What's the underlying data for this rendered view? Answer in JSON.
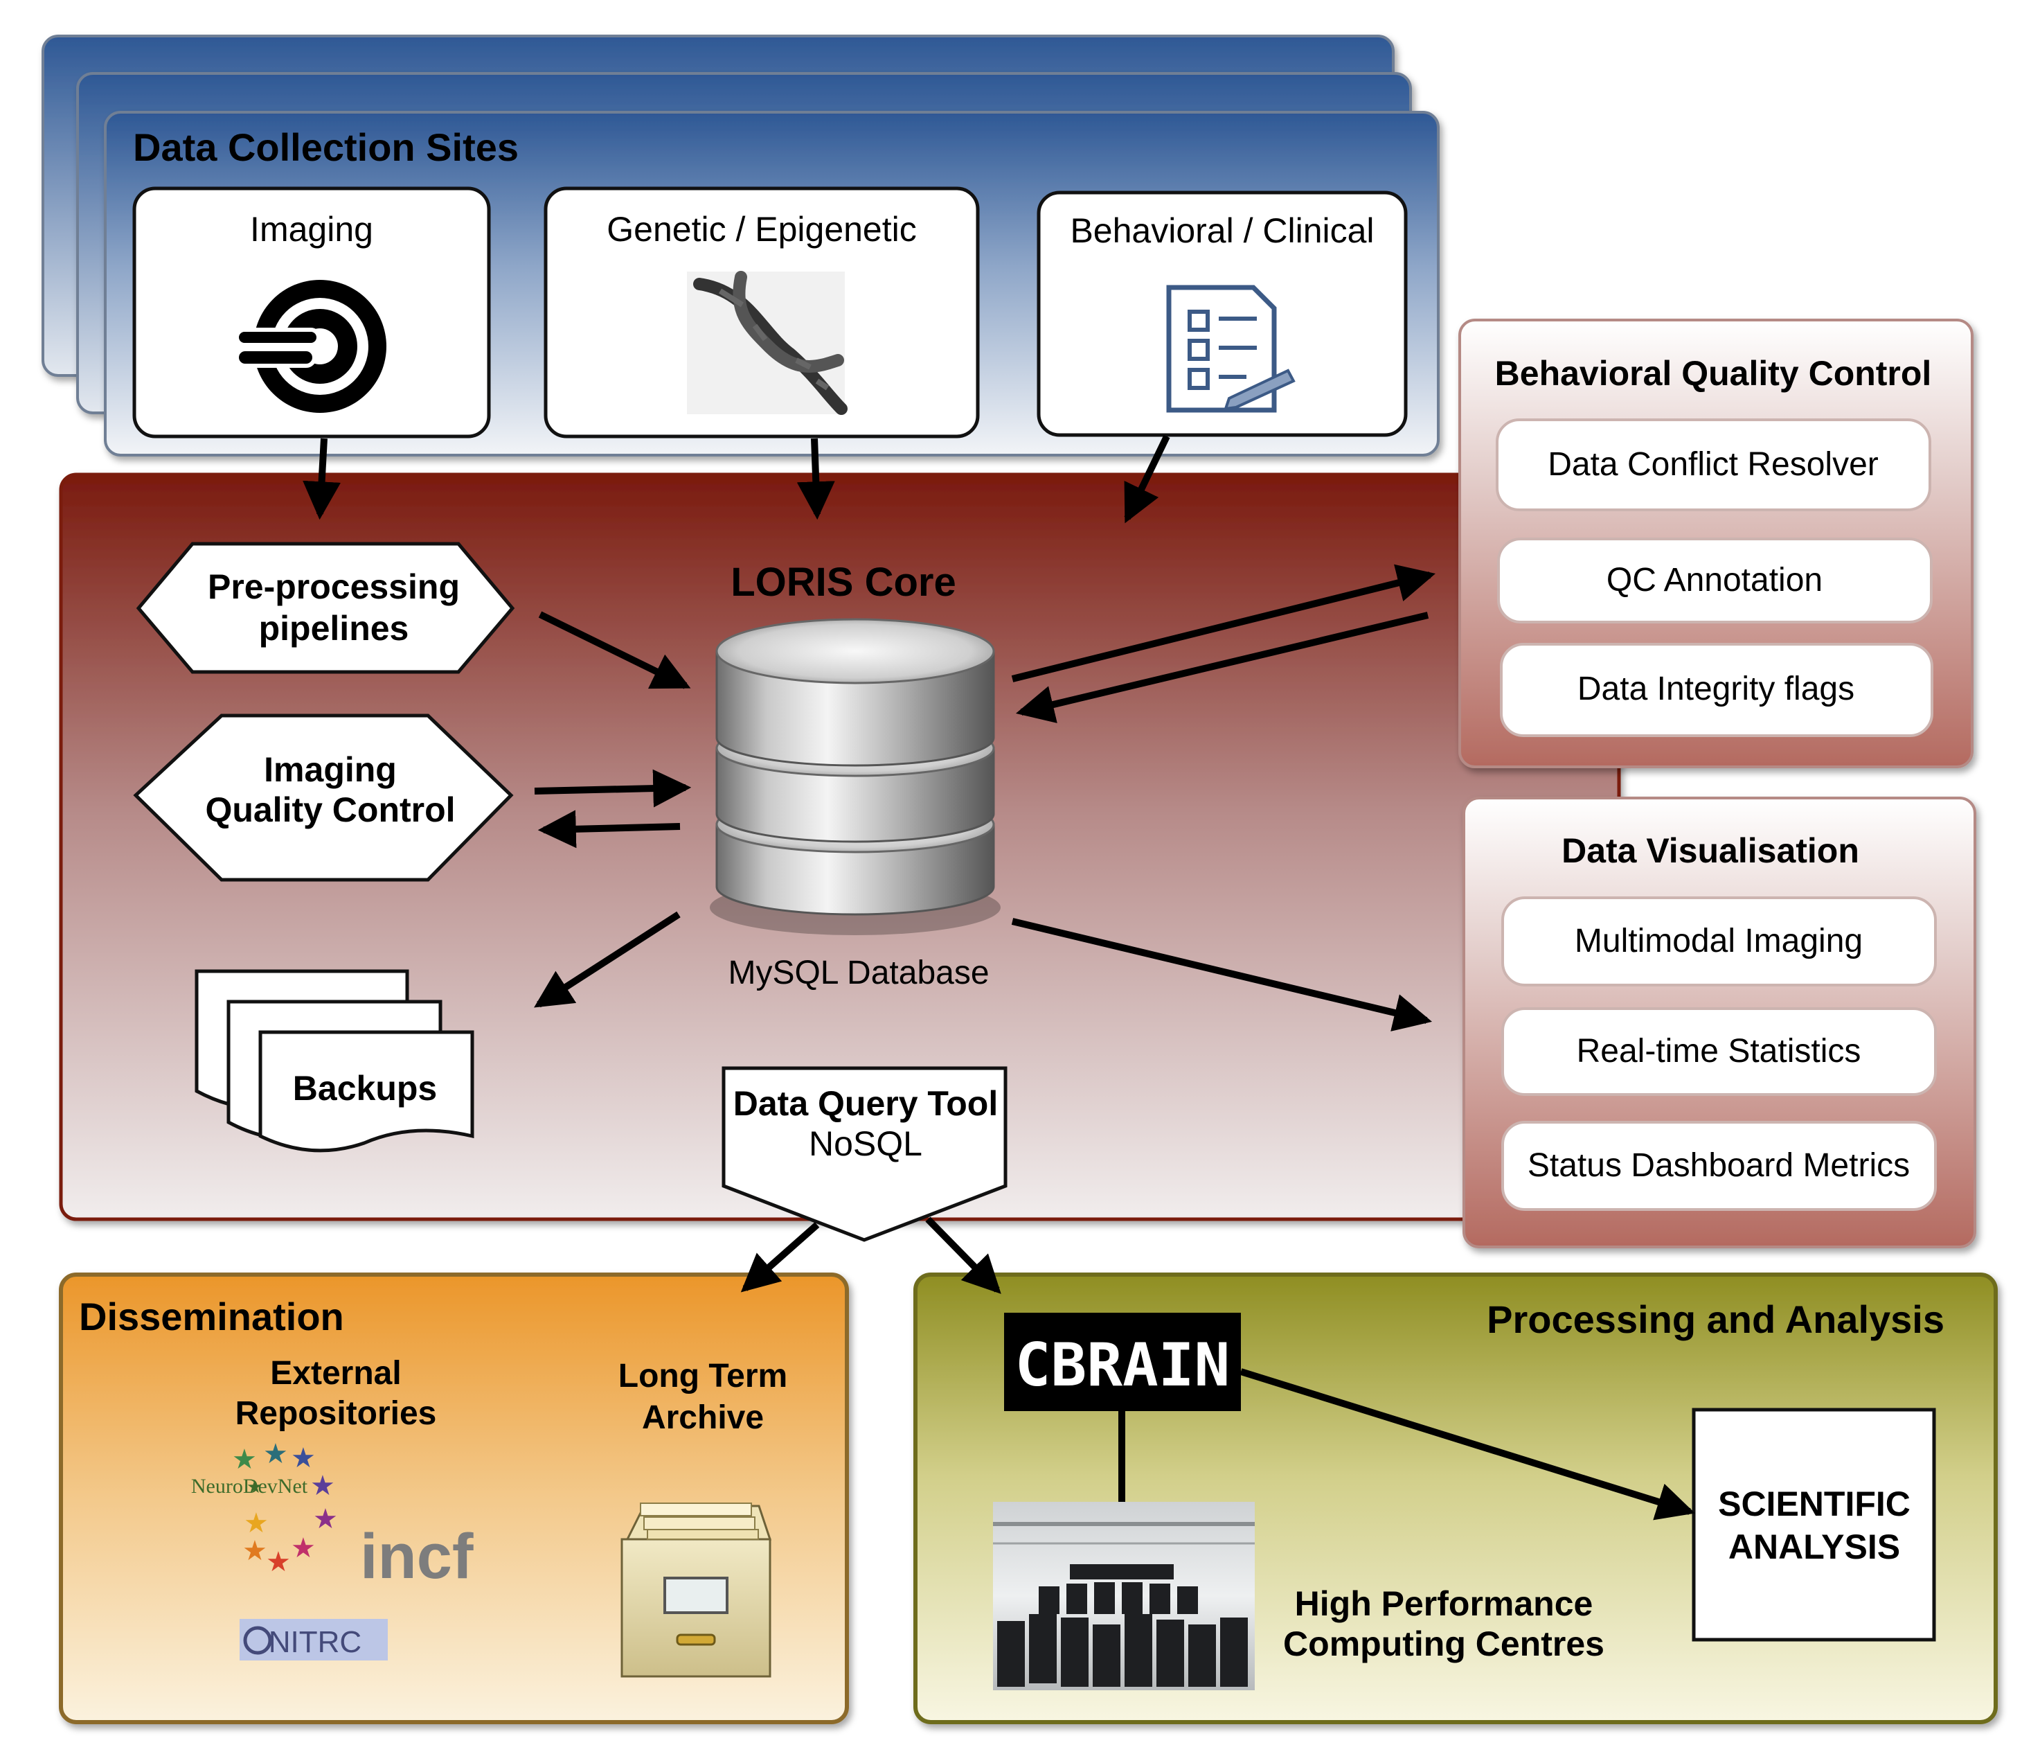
{
  "data_collection": {
    "title": "Data Collection Sites",
    "sources": [
      {
        "label": "Imaging",
        "icon": "mri-scanner-icon"
      },
      {
        "label": "Genetic / Epigenetic",
        "icon": "dna-helix-icon"
      },
      {
        "label": "Behavioral / Clinical",
        "icon": "clipboard-checklist-icon"
      }
    ]
  },
  "core": {
    "title": "LORIS Core",
    "database_label": "MySQL Database",
    "preprocessing": [
      "Pre-processing",
      "pipelines"
    ],
    "imaging_qc": [
      "Imaging",
      "Quality Control"
    ],
    "backups": "Backups",
    "dqt_title": "Data Query Tool",
    "dqt_sub": "NoSQL"
  },
  "behavioral_qc": {
    "title": "Behavioral Quality Control",
    "items": [
      "Data Conflict Resolver",
      "QC Annotation",
      "Data Integrity flags"
    ]
  },
  "visualisation": {
    "title": "Data Visualisation",
    "items": [
      "Multimodal Imaging",
      "Real-time Statistics",
      "Status Dashboard Metrics"
    ]
  },
  "dissemination": {
    "title": "Dissemination",
    "repos": [
      "External",
      "Repositories"
    ],
    "archive": [
      "Long Term",
      "Archive"
    ],
    "logos": {
      "neurodevnet": "NeuroDevNet",
      "incf": "incf",
      "nitrc": "NITRC"
    }
  },
  "processing": {
    "title": "Processing and Analysis",
    "cbrain": "CBRAIN",
    "hpc": [
      "High Performance",
      "Computing Centres"
    ],
    "analysis": [
      "SCIENTIFIC",
      "ANALYSIS"
    ]
  },
  "colors": {
    "collection_blue": "#2f5c9c",
    "core_red": "#7a1a0e",
    "qc_red": "#b46a60",
    "dissemination_orange": "#eb9a2e",
    "processing_olive": "#8f8e25"
  }
}
